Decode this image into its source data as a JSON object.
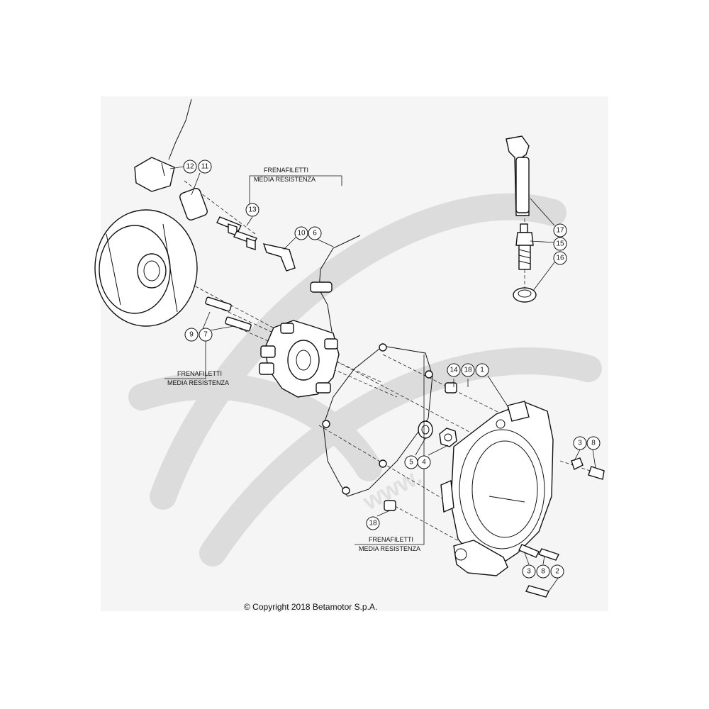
{
  "diagram": {
    "copyright": "© Copyright 2018 Betamotor S.p.A.",
    "watermark": "www.",
    "notes": [
      {
        "line1": "FRENAFILETTI",
        "line2": "MEDIA RESISTENZA"
      },
      {
        "line1": "FRENAFILETTI",
        "line2": "MEDIA RESISTENZA"
      },
      {
        "line1": "FRENAFILETTI",
        "line2": "MEDIA RESISTENZA"
      }
    ],
    "callouts": [
      "12",
      "11",
      "13",
      "10",
      "6",
      "9",
      "7",
      "14",
      "18",
      "1",
      "5",
      "4",
      "18",
      "3",
      "8",
      "3",
      "8",
      "2",
      "17",
      "15",
      "16"
    ],
    "colors": {
      "line": "#111111",
      "background": "#ffffff",
      "watermark": "#d9d9d9",
      "panel": "#f4f4f4"
    }
  }
}
